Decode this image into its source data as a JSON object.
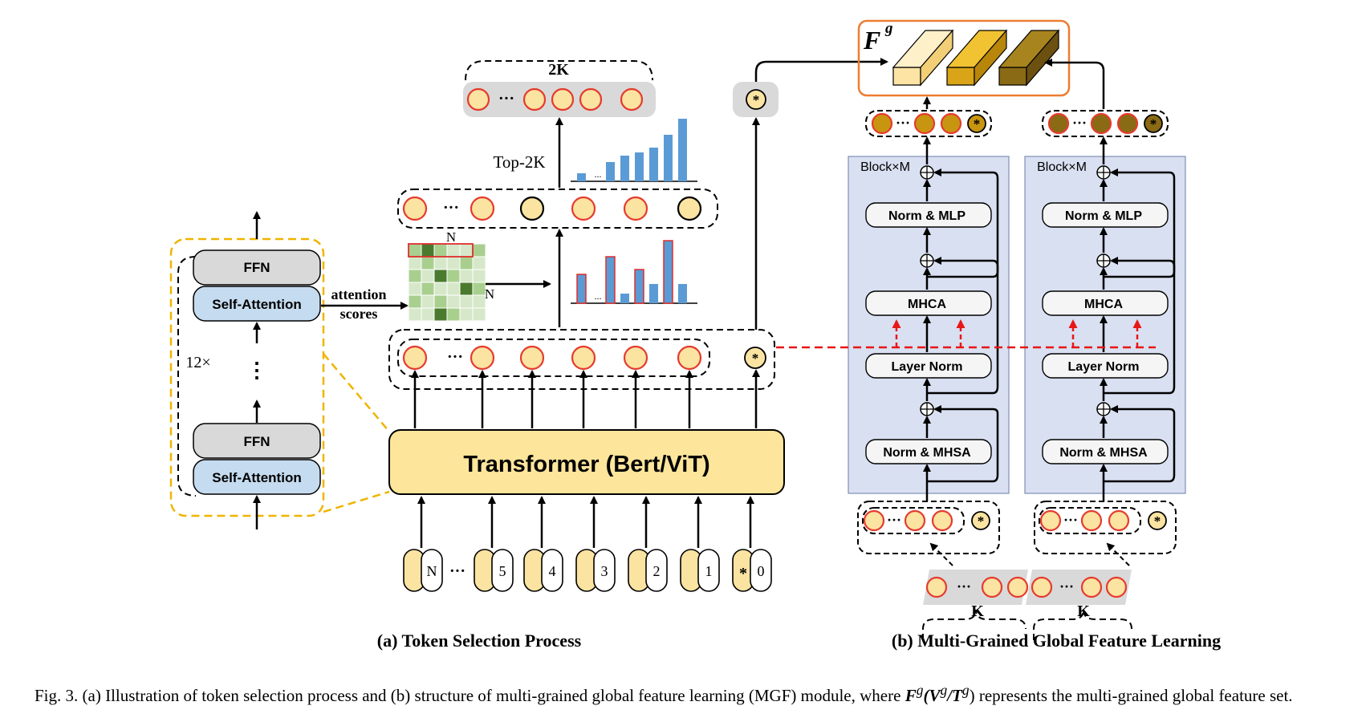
{
  "part_a": {
    "encoder_block": {
      "ffn_label": "FFN",
      "self_attention_label": "Self-Attention",
      "repeat_label": "12×",
      "vdots": "⋮"
    },
    "attention_scores_line1": "attention",
    "attention_scores_line2": "scores",
    "matrix_n_top": "N",
    "matrix_n_right": "N",
    "transformer_label": "Transformer (Bert/ViT)",
    "dots": "···",
    "input_tokens": [
      "N",
      "5",
      "4",
      "3",
      "2",
      "1",
      "0"
    ],
    "cls_symbol": "*",
    "top_2k_label": "Top-2K",
    "selected_count_label": "2K",
    "bar_ellipsis": "...",
    "caption_title": "(a) Token Selection Process"
  },
  "part_b": {
    "feature_set_symbol": "F",
    "feature_set_superscript": "g",
    "block_label": "Block×M",
    "norm_mlp_label": "Norm & MLP",
    "mhca_label": "MHCA",
    "layer_norm_label": "Layer Norm",
    "norm_mhsa_label": "Norm & MHSA",
    "k_label": "K",
    "cls_symbol": "*",
    "dots": "···",
    "caption_title": "(b) Multi-Grained Global Feature Learning"
  },
  "figure_caption": {
    "prefix": "Fig. 3.  (a) Illustration of token selection process and (b) structure of multi-grained global feature learning (MGF) module, where ",
    "math": "F",
    "math_rest": "(V",
    "math_rest2": "/T",
    "suffix": ") represents the multi-grained global feature set."
  },
  "colors": {
    "token_fill": "#fbe3a1",
    "token_border": "#e63b2e",
    "block_fill": "#d9e0f1",
    "attention_fill": "#c5dbef",
    "ffn_fill": "#d9d9d9",
    "transformer_fill": "#fde59b",
    "bar_blue": "#5b9bd5",
    "bar_red": "#e02d2d",
    "orange_frame": "#ed7d31",
    "dashed_red": "#e81616",
    "feature_light": "#fde3a4",
    "feature_mid": "#c89510",
    "feature_dark": "#8a6a14"
  }
}
